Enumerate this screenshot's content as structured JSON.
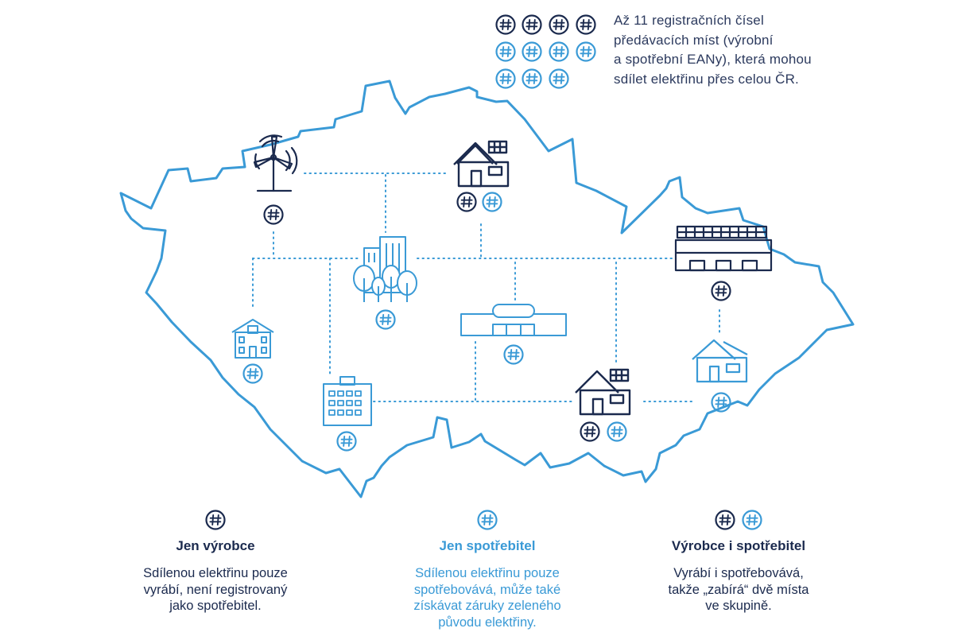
{
  "symbol": "#",
  "colors": {
    "navy": "#1b2a4e",
    "blue": "#3a9ad6",
    "text": "#2c3a5e"
  },
  "ean_info": {
    "lines": [
      "Až 11 registračních čísel",
      "předávacích míst (výrobní",
      "a spotřební EANy), která mohou",
      "sdílet elektřinu přes celou ČR."
    ],
    "navy_count": 4,
    "blue_count": 7
  },
  "legend": [
    {
      "title": "Jen výrobce",
      "desc": [
        "Sdílenou elektřinu pouze",
        "vyrábí, není registrovaný",
        "jako spotřebitel."
      ],
      "badges": [
        "navy"
      ]
    },
    {
      "title": "Jen spotřebitel",
      "desc": [
        "Sdílenou elektřinu pouze",
        "spotřebovává, může také",
        "získávat záruky zeleného",
        "původu elektřiny."
      ],
      "badges": [
        "blue"
      ]
    },
    {
      "title": "Výrobce i spotřebitel",
      "desc": [
        "Vyrábí i spotřebovává,",
        "takže „zabírá“ dvě místa",
        "ve skupině."
      ],
      "badges": [
        "navy",
        "blue"
      ]
    }
  ],
  "nodes": [
    {
      "name": "wind-turbine",
      "badges": [
        "navy"
      ]
    },
    {
      "name": "solar-house-top",
      "badges": [
        "navy",
        "blue"
      ]
    },
    {
      "name": "office-park",
      "badges": [
        "blue"
      ]
    },
    {
      "name": "school",
      "badges": [
        "blue"
      ]
    },
    {
      "name": "shopping-center",
      "badges": [
        "blue"
      ]
    },
    {
      "name": "factory",
      "badges": [
        "navy"
      ]
    },
    {
      "name": "apartment-building",
      "badges": [
        "blue"
      ]
    },
    {
      "name": "solar-house-bottom",
      "badges": [
        "navy",
        "blue"
      ]
    },
    {
      "name": "house",
      "badges": [
        "blue"
      ]
    }
  ]
}
